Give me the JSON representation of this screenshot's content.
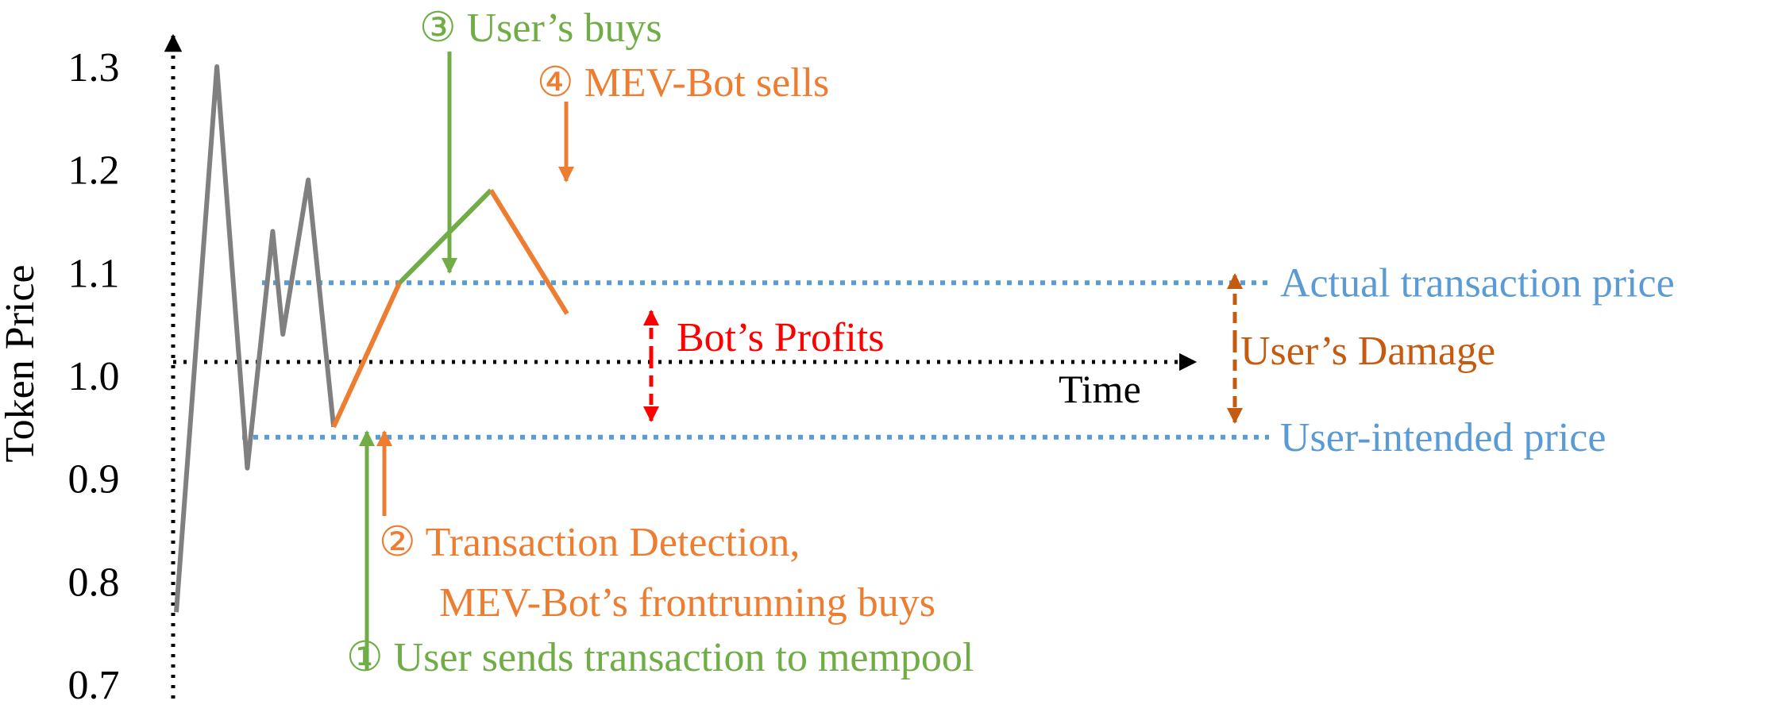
{
  "chart_data": {
    "type": "line",
    "title": "",
    "xlabel": "Time",
    "ylabel": "Token Price",
    "ylim": [
      0.7,
      1.3
    ],
    "y_ticks": [
      "0.7",
      "0.8",
      "0.9",
      "1.0",
      "1.1",
      "1.2",
      "1.3"
    ],
    "grid": false,
    "series": [
      {
        "name": "",
        "role": "market",
        "color": "#808080",
        "points": [
          [
            0.0,
            0.77
          ],
          [
            0.04,
            1.3
          ],
          [
            0.07,
            0.91
          ],
          [
            0.095,
            1.14
          ],
          [
            0.105,
            1.04
          ],
          [
            0.13,
            1.19
          ],
          [
            0.155,
            0.95
          ]
        ]
      },
      {
        "name": "",
        "role": "bot-buy",
        "color": "#ed7d31",
        "points": [
          [
            0.155,
            0.95
          ],
          [
            0.22,
            1.09
          ]
        ]
      },
      {
        "name": "",
        "role": "user-buy",
        "color": "#70ad47",
        "points": [
          [
            0.22,
            1.09
          ],
          [
            0.31,
            1.18
          ]
        ]
      },
      {
        "name": "",
        "role": "bot-sell",
        "color": "#ed7d31",
        "points": [
          [
            0.31,
            1.18
          ],
          [
            0.385,
            1.06
          ]
        ]
      }
    ],
    "reference_lines": [
      {
        "label": "Actual transaction price",
        "y": 1.09,
        "color": "#5b9bd5"
      },
      {
        "label": "User-intended price",
        "y": 0.94,
        "color": "#5b9bd5"
      }
    ],
    "annotations": {
      "user_sends": "① User sends transaction to mempool",
      "detection_line1": "② Transaction Detection,",
      "detection_line2": "MEV-Bot’s frontrunning buys",
      "user_buys": "③ User’s buys",
      "bot_sells": "④ MEV-Bot sells",
      "bot_profits": "Bot’s Profits",
      "user_damage": "User’s Damage"
    },
    "colors": {
      "green": "#70ad47",
      "orange": "#ed7d31",
      "blue": "#5b9bd5",
      "red": "#ff0000",
      "brown": "#c55a11",
      "gray": "#808080",
      "black": "#000000"
    }
  }
}
